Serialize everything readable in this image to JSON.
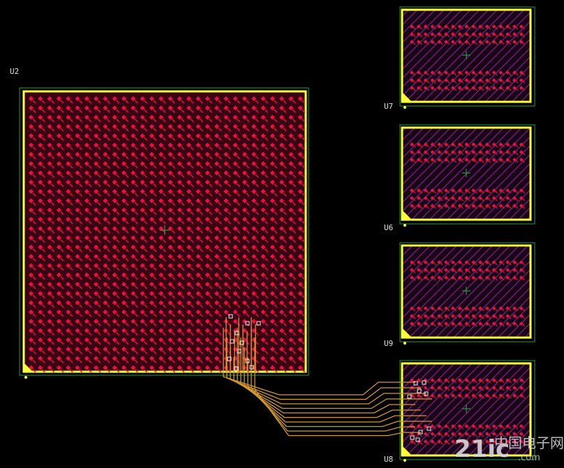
{
  "colors": {
    "background": "#000000",
    "outline": "#ffff3a",
    "pad": "#e8123f",
    "pad_dark": "#7a0a25",
    "fill_hatch": "#6a1f6a",
    "trace": "#d49a2a",
    "origin_mark": "#2fa84f",
    "courtyard": "#1fa040"
  },
  "components": {
    "u2": {
      "ref": "U2"
    },
    "u7": {
      "ref": "U7"
    },
    "u6": {
      "ref": "U6"
    },
    "u9": {
      "ref": "U9"
    },
    "u8": {
      "ref": "U8"
    }
  },
  "watermark": {
    "main": "21ic",
    "cn": "中国电子网",
    "domain": ".com"
  }
}
